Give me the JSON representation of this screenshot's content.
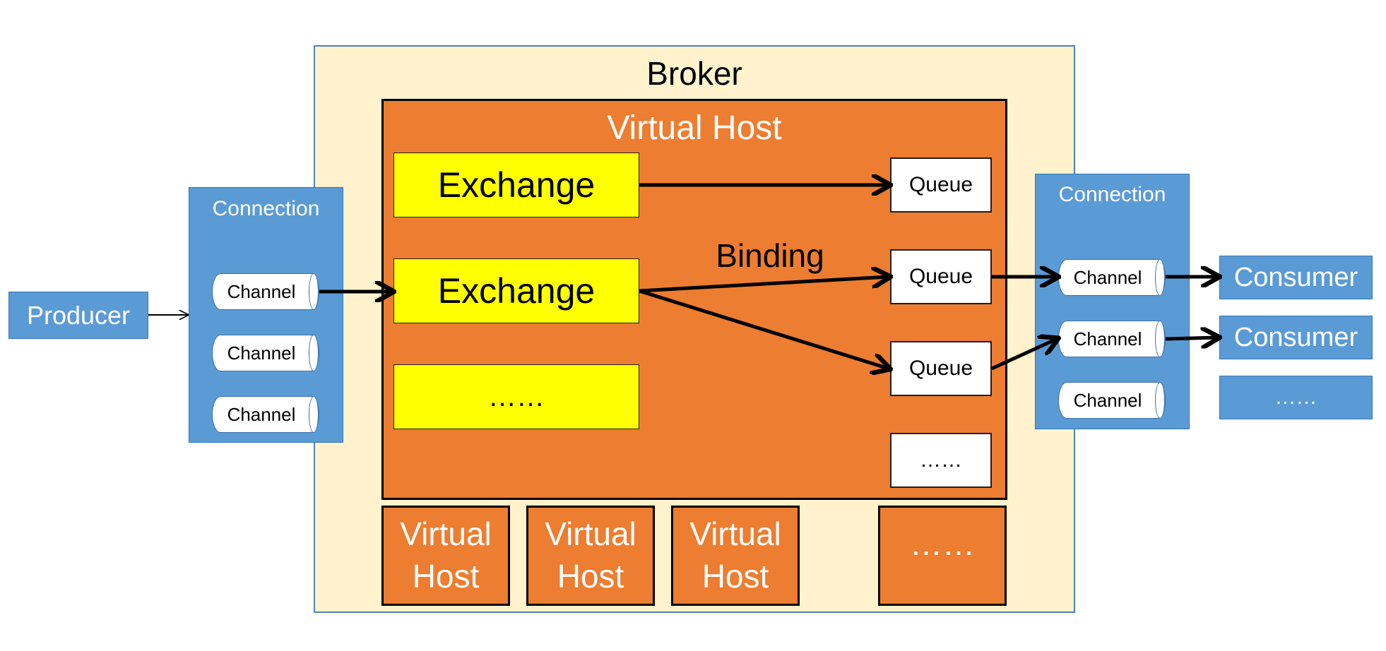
{
  "broker": {
    "title": "Broker"
  },
  "virtual_host": {
    "title": "Virtual Host",
    "exchanges": [
      "Exchange",
      "Exchange",
      "……"
    ],
    "queues": [
      "Queue",
      "Queue",
      "Queue",
      "……"
    ],
    "binding_label": "Binding"
  },
  "other_virtual_hosts": [
    "Virtual Host",
    "Virtual Host",
    "Virtual Host",
    "……"
  ],
  "producer": {
    "label": "Producer"
  },
  "producer_connection": {
    "title": "Connection",
    "channels": [
      "Channel",
      "Channel",
      "Channel"
    ]
  },
  "consumer_connection": {
    "title": "Connection",
    "channels": [
      "Channel",
      "Channel",
      "Channel"
    ]
  },
  "consumers": [
    "Consumer",
    "Consumer",
    "……"
  ],
  "colors": {
    "broker_fill": "#fff2cc",
    "virtual_host_fill": "#ed7d31",
    "exchange_fill": "#ffff00",
    "connection_fill": "#5b9bd5",
    "queue_fill": "#ffffff"
  }
}
